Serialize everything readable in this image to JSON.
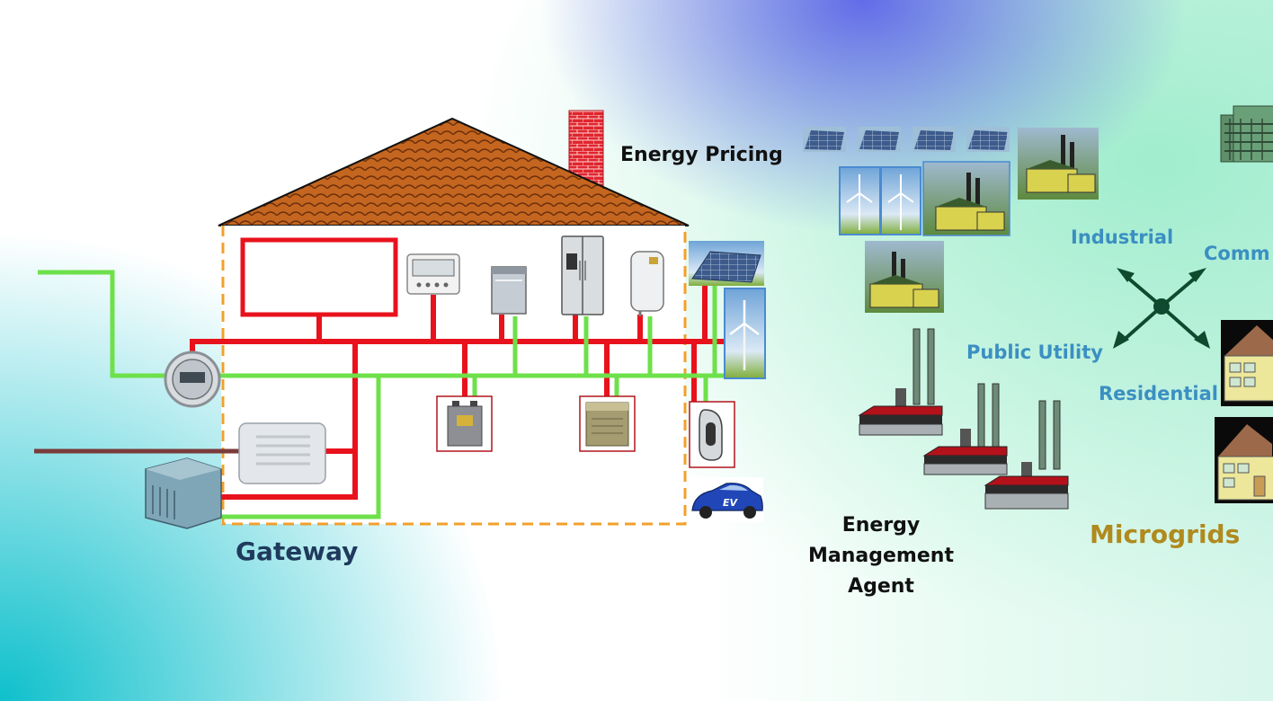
{
  "labels": {
    "energy_pricing": "Energy Pricing",
    "gateway": "Gateway",
    "industrial": "Industrial",
    "commercial": "Comm",
    "public_utility": "Public Utility",
    "residential": "Residential",
    "microgrids": "Microgrids",
    "ema_line1": "Energy",
    "ema_line2": "Management",
    "ema_line3": "Agent",
    "ev_badge": "EV"
  },
  "colors": {
    "power_line": "#e8121d",
    "data_line": "#6ee04a",
    "boundary": "#f2a02c",
    "roof": "#b65a1c",
    "chimney": "#d9212b",
    "grid_line": "#7a3b3b",
    "arrows": "#0f4a2e"
  },
  "icons": [
    "thermostat-icon",
    "dishwasher-icon",
    "refrigerator-icon",
    "water-heater-icon",
    "solar-panel-icon",
    "wind-turbine-icon",
    "smart-meter-icon",
    "gateway-router-icon",
    "air-conditioner-icon",
    "battery-icon",
    "fuel-cell-icon",
    "ev-charger-icon",
    "electric-car-icon",
    "power-plant-icon",
    "factory-icon",
    "office-building-icon",
    "house-icon"
  ]
}
